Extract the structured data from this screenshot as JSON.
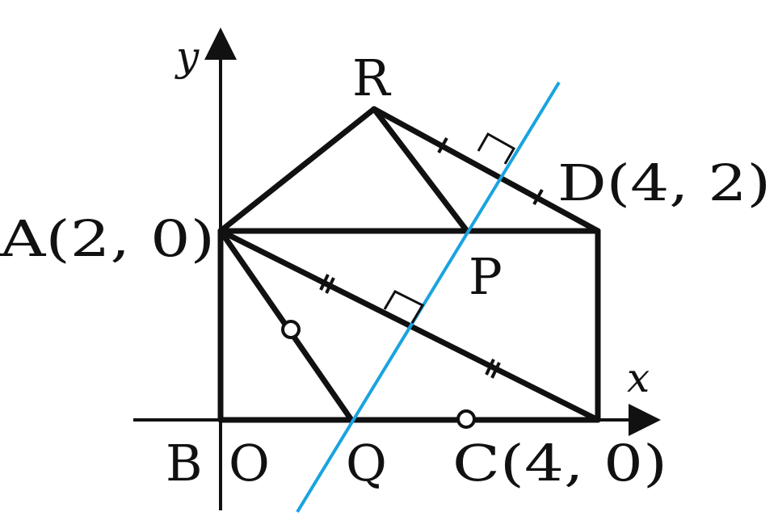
{
  "labels": {
    "y_axis": "y",
    "x_axis": "x",
    "R": "R",
    "A": "A(2, 0)",
    "D": "D(4, 2)",
    "P": "P",
    "B": "B",
    "O": "O",
    "Q": "Q",
    "C": "C(4, 0)"
  },
  "colors": {
    "line": "#111111",
    "perpendicular_bisector": "#1aa3e0",
    "background": "#ffffff"
  }
}
